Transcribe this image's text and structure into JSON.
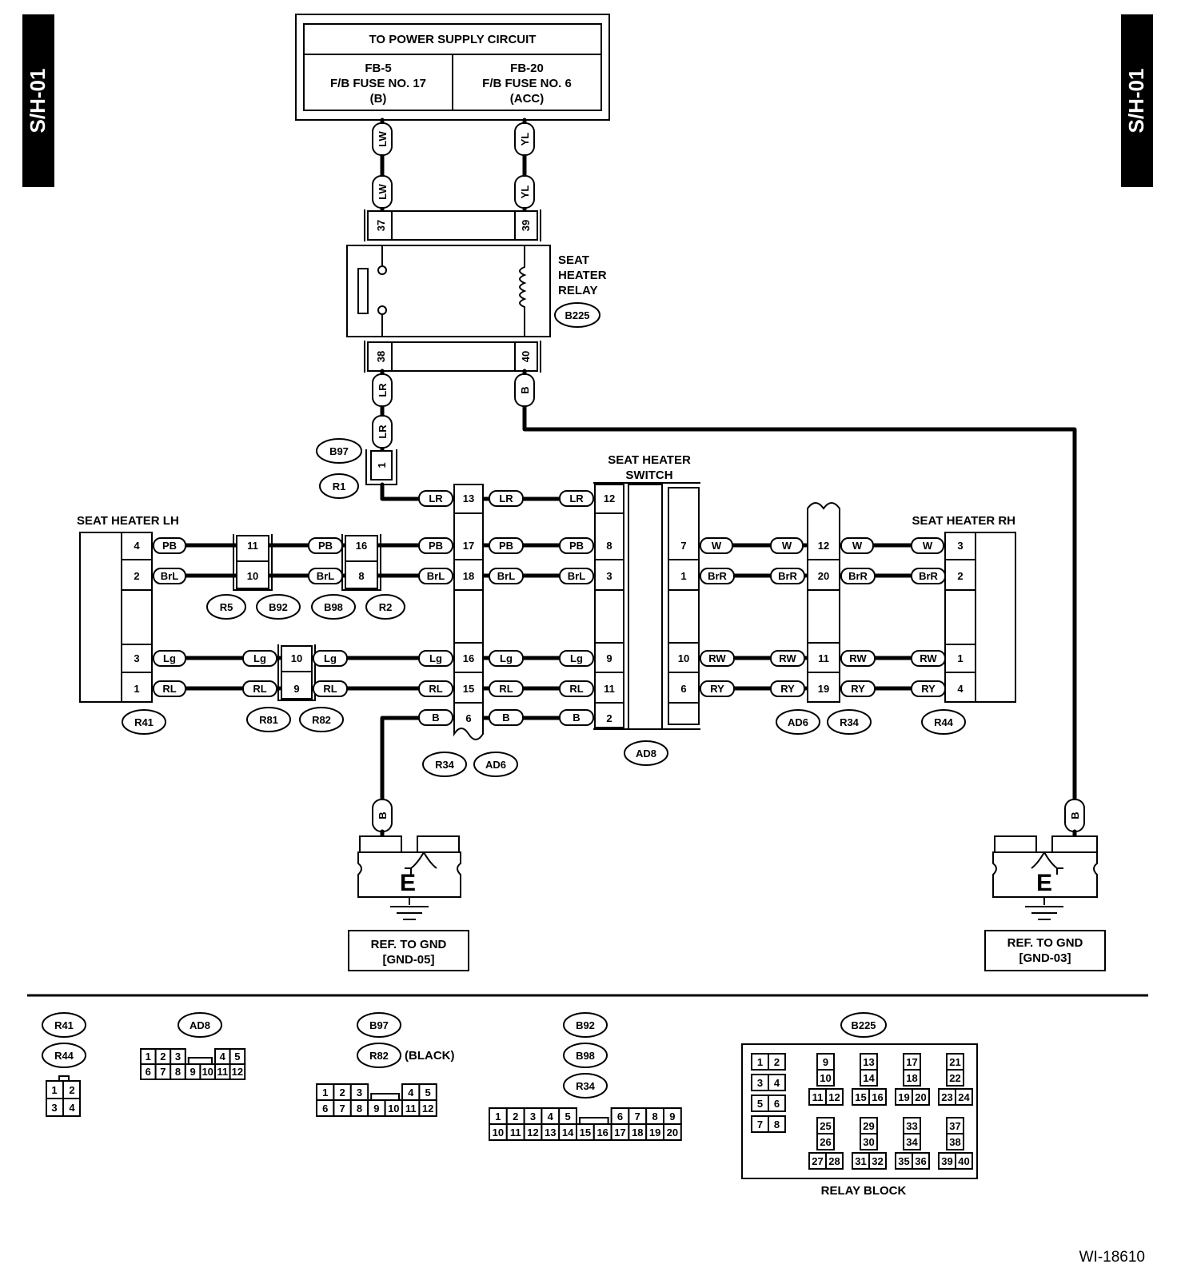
{
  "side_tab": "S/H-01",
  "figure_id": "WI-18610",
  "power_supply": {
    "title": "TO POWER SUPPLY CIRCUIT",
    "left": [
      "FB-5",
      "F/B FUSE NO. 17",
      "(B)"
    ],
    "right": [
      "FB-20",
      "F/B FUSE NO. 6",
      "(ACC)"
    ]
  },
  "relay": {
    "label": [
      "SEAT",
      "HEATER",
      "RELAY"
    ],
    "connector": "B225",
    "pins_top": [
      "37",
      "39"
    ],
    "pins_bottom": [
      "38",
      "40"
    ]
  },
  "wire_colors": {
    "LW": "LW",
    "YL": "YL",
    "LR": "LR",
    "B": "B",
    "PB": "PB",
    "BrL": "BrL",
    "Lg": "Lg",
    "RL": "RL",
    "W": "W",
    "BrR": "BrR",
    "RW": "RW",
    "RY": "RY"
  },
  "switch": {
    "label": [
      "SEAT HEATER",
      "SWITCH"
    ],
    "connector": "AD8"
  },
  "seat_lh": {
    "label": "SEAT HEATER LH",
    "connector": "R41"
  },
  "seat_rh": {
    "label": "SEAT HEATER RH",
    "connector": "R44"
  },
  "connectors": {
    "B97": "B97",
    "R1": "R1",
    "R5": "R5",
    "B92": "B92",
    "B98": "B98",
    "R2": "R2",
    "R81": "R81",
    "R82": "R82",
    "R34": "R34",
    "AD6": "AD6",
    "AD8": "AD8",
    "R41": "R41",
    "R44": "R44",
    "B225": "B225"
  },
  "pins": {
    "p1": "1",
    "p2": "2",
    "p3": "3",
    "p4": "4",
    "p6": "6",
    "p7": "7",
    "p8": "8",
    "p9": "9",
    "p10": "10",
    "p11": "11",
    "p12": "12",
    "p13": "13",
    "p15": "15",
    "p16": "16",
    "p17": "17",
    "p18": "18",
    "p19": "19",
    "p20": "20"
  },
  "ground": {
    "symbol": "E",
    "left": [
      "REF. TO GND",
      "[GND-05]"
    ],
    "right": [
      "REF. TO GND",
      "[GND-03]"
    ]
  },
  "legend": {
    "r41": "R41",
    "r44": "R44",
    "ad8": "AD8",
    "b97": "B97",
    "r82": "R82",
    "black": "(BLACK)",
    "b92": "B92",
    "b98": "B98",
    "r34": "R34",
    "b225": "B225",
    "relay_block": "RELAY BLOCK",
    "grid4": [
      [
        "1",
        "2"
      ],
      [
        "3",
        "4"
      ]
    ],
    "grid12": [
      [
        "1",
        "2",
        "3",
        "",
        "4",
        "5"
      ],
      [
        "6",
        "7",
        "8",
        "9",
        "10",
        "11",
        "12"
      ]
    ],
    "grid20": [
      [
        "1",
        "2",
        "3",
        "4",
        "5",
        "",
        "6",
        "7",
        "8",
        "9"
      ],
      [
        "10",
        "11",
        "12",
        "13",
        "14",
        "15",
        "16",
        "17",
        "18",
        "19",
        "20"
      ]
    ],
    "relay_cells": [
      "1",
      "2",
      "3",
      "4",
      "5",
      "6",
      "7",
      "8",
      "9",
      "10",
      "11",
      "12",
      "13",
      "14",
      "15",
      "16",
      "17",
      "18",
      "19",
      "20",
      "21",
      "22",
      "23",
      "24",
      "25",
      "26",
      "27",
      "28",
      "29",
      "30",
      "31",
      "32",
      "33",
      "34",
      "35",
      "36",
      "37",
      "38",
      "39",
      "40"
    ]
  }
}
